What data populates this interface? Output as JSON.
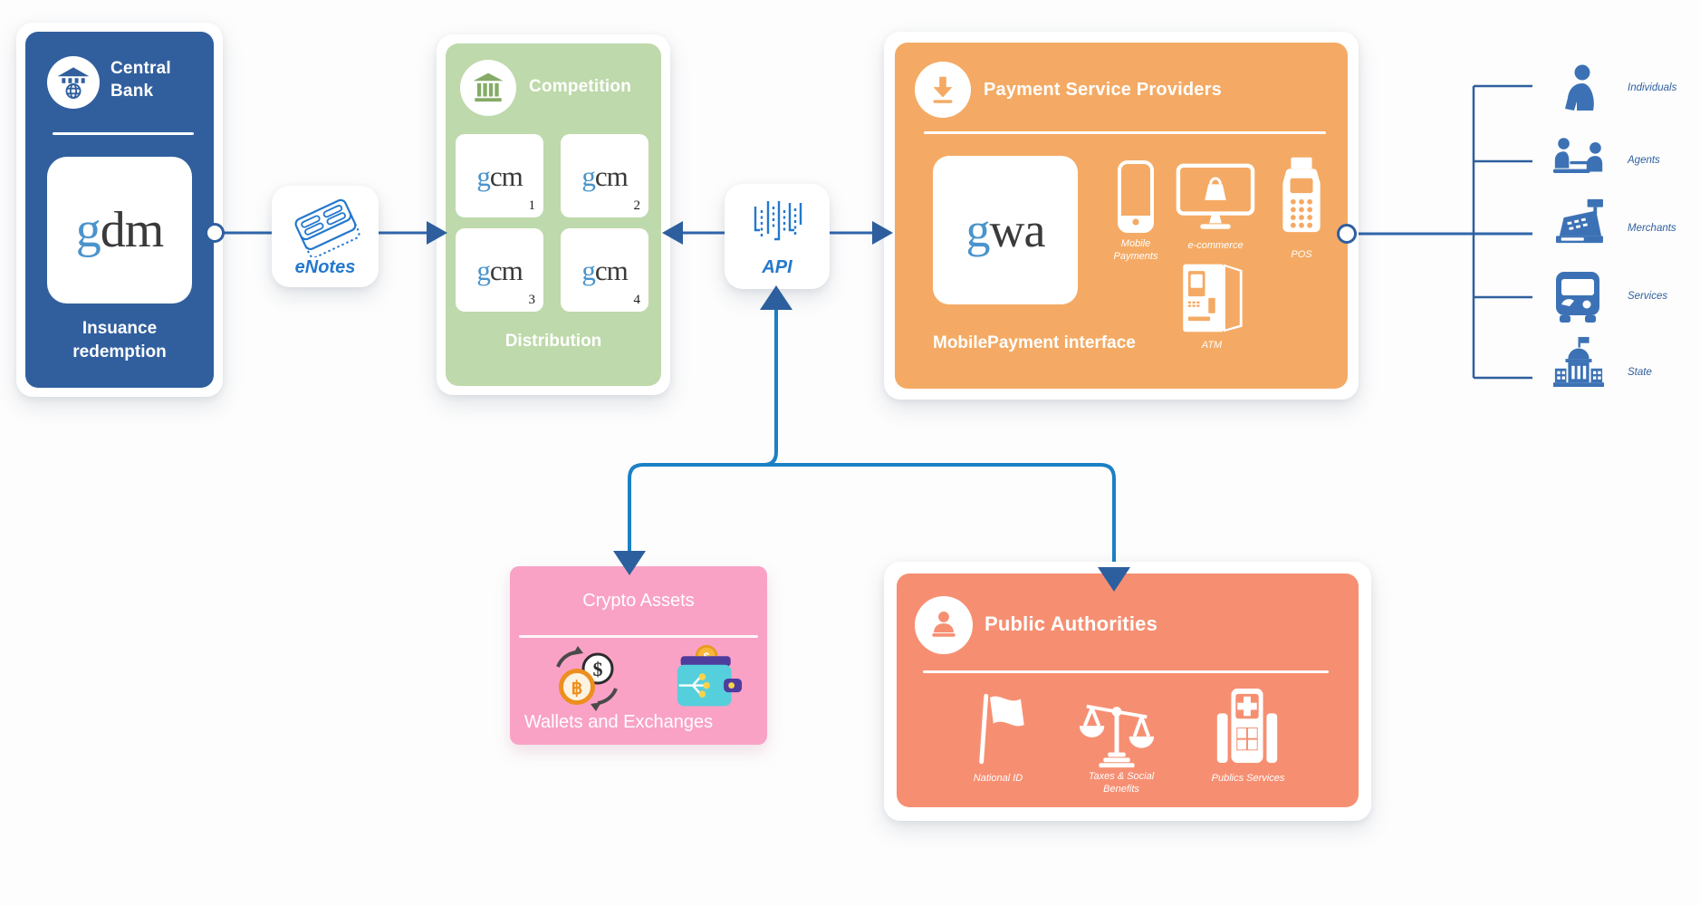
{
  "colors": {
    "central_bank_bg": "#315f9e",
    "competition_bg": "#bed9ab",
    "psp_bg": "#f4aa64",
    "crypto_bg": "#f9a2c6",
    "public_authorities_bg": "#f68f72",
    "line_steel": "#2f66ab",
    "line_azure": "#1b80c5",
    "arrowhead": "#2d5f9e",
    "logo_blue": "#4a94cc",
    "logo_dark": "#3a3a3a",
    "accent_blue_text": "#2478cd",
    "stakeholder_blue": "#3c72b5"
  },
  "central_bank": {
    "title": "Central Bank",
    "logo_g": "g",
    "logo_rest": "dm",
    "caption": "Insuance redemption"
  },
  "enotes": {
    "label": "eNotes"
  },
  "competition": {
    "title": "Competition",
    "caption": "Distribution",
    "items": [
      {
        "logo_g": "g",
        "logo_rest": "cm",
        "num": "1"
      },
      {
        "logo_g": "g",
        "logo_rest": "cm",
        "num": "2"
      },
      {
        "logo_g": "g",
        "logo_rest": "cm",
        "num": "3"
      },
      {
        "logo_g": "g",
        "logo_rest": "cm",
        "num": "4"
      }
    ]
  },
  "api": {
    "label": "API"
  },
  "psp": {
    "title": "Payment Service Providers",
    "logo_g": "g",
    "logo_rest": "wa",
    "caption": "MobilePayment interface",
    "channels": [
      {
        "label": "Mobile Payments"
      },
      {
        "label": "e-commerce"
      },
      {
        "label": "POS"
      },
      {
        "label": "ATM"
      }
    ]
  },
  "stakeholders": {
    "items": [
      {
        "label": "Individuals"
      },
      {
        "label": "Agents"
      },
      {
        "label": "Merchants"
      },
      {
        "label": "Services"
      },
      {
        "label": "State"
      }
    ]
  },
  "crypto": {
    "title": "Crypto Assets",
    "caption": "Wallets and Exchanges"
  },
  "public_authorities": {
    "title": "Public Authorities",
    "items": [
      {
        "label": "National ID"
      },
      {
        "label": "Taxes & Social Benefits"
      },
      {
        "label": "Publics Services"
      }
    ]
  }
}
